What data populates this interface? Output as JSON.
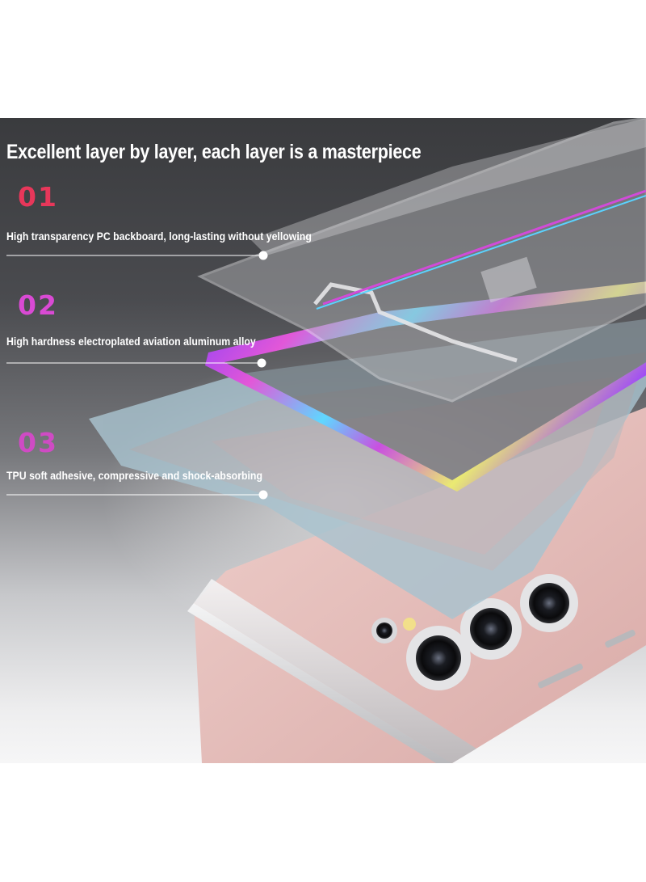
{
  "headline": "Excellent layer by layer, each layer is a masterpiece",
  "layers": [
    {
      "number": "01",
      "description": "High transparency PC backboard, long-lasting without yellowing",
      "accent": "#e8375a"
    },
    {
      "number": "02",
      "description": "High hardness electroplated aviation aluminum alloy",
      "accent": "#d94ad4"
    },
    {
      "number": "03",
      "description": "TPU soft adhesive, compressive and shock-absorbing",
      "accent": "#cf4bc4"
    }
  ],
  "colors": {
    "background_dark": "#3a3b3e",
    "background_light": "#f6f6f7",
    "phone_body": "#e8c1be",
    "tpu_frame": "#a9c3cf",
    "frame_gradient": [
      "#8a3cff",
      "#d24bd8",
      "#5ad2ff",
      "#e8e86a"
    ]
  }
}
